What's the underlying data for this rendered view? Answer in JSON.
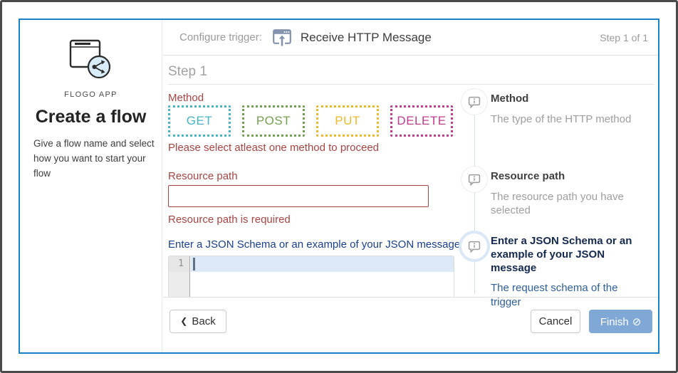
{
  "dialog": {
    "sidebar": {
      "app_label": "FLOGO APP",
      "title": "Create a flow",
      "description": "Give a flow name and select how you want to start your flow"
    },
    "header": {
      "prefix": "Configure trigger:",
      "title": "Receive HTTP Message",
      "step_indicator": "Step 1 of 1"
    },
    "step": {
      "title": "Step 1"
    },
    "form": {
      "method": {
        "label": "Method",
        "options": [
          {
            "label": "GET",
            "color": "#45b5c6"
          },
          {
            "label": "POST",
            "color": "#71a14c"
          },
          {
            "label": "PUT",
            "color": "#eeb829"
          },
          {
            "label": "DELETE",
            "color": "#c33b8e"
          }
        ],
        "error": "Please select atleast one method to proceed"
      },
      "resource_path": {
        "label": "Resource path",
        "value": "",
        "error": "Resource path is required"
      },
      "json_schema": {
        "label": "Enter a JSON Schema or an example of your JSON message",
        "line_number": "1",
        "value": ""
      }
    },
    "help": {
      "items": [
        {
          "title": "Method",
          "description": "The type of the HTTP method"
        },
        {
          "title": "Resource path",
          "description": "The resource path you have selected"
        },
        {
          "title": "Enter a JSON Schema or an example of your JSON message",
          "description": "The request schema of the trigger"
        }
      ]
    },
    "footer": {
      "back_label": "Back",
      "cancel_label": "Cancel",
      "finish_label": "Finish"
    },
    "colors": {
      "dialog_border": "#1b80c5",
      "error_text": "#a94442",
      "json_label": "#193f92",
      "finish_button_bg": "#7fa8d6",
      "active_line_bg": "#dde9f8"
    }
  }
}
